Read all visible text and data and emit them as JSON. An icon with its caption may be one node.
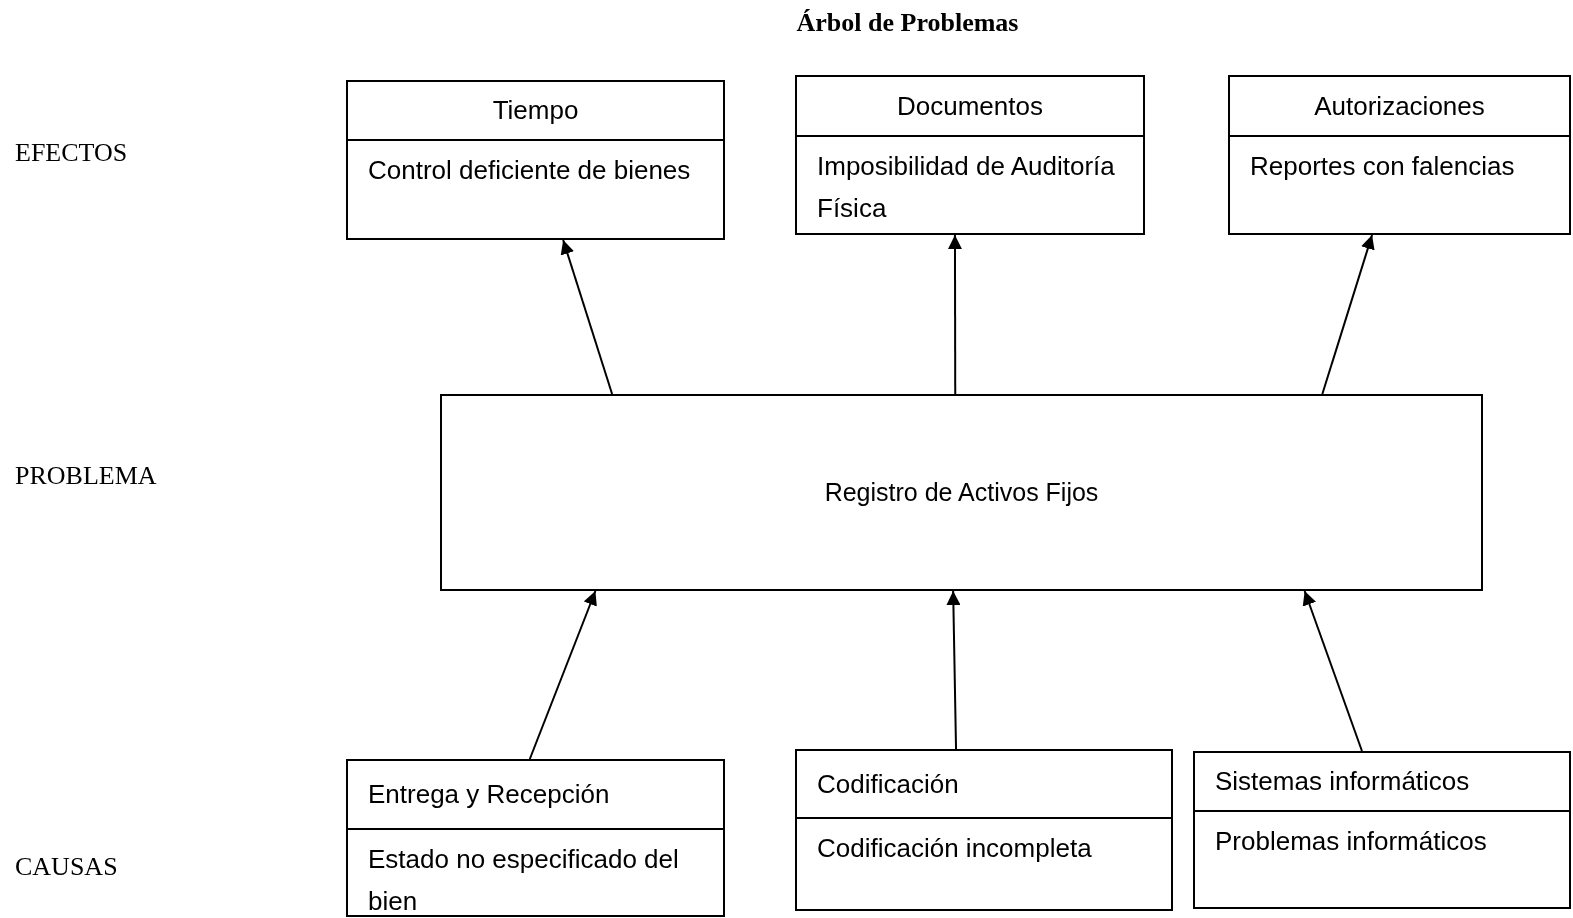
{
  "diagram": {
    "title": "Árbol de Problemas",
    "nodes": [
      {
        "text": [
          "Tiempo",
          "Control deficiente de bienes"
        ]
      },
      {
        "text": [
          "Documentos",
          "Imposibilidad de Auditoría Física"
        ]
      },
      {
        "text": [
          "Autorizaciones",
          "Reportes con falencias"
        ]
      },
      {
        "text": [
          "Registro de Activos Fijos"
        ]
      },
      {
        "text": [
          "Entrega y Recepción",
          "Estado no especificado del bien"
        ]
      },
      {
        "text": [
          "Codificación",
          "Codificación incompleta"
        ]
      },
      {
        "text": [
          "Sistemas informáticos",
          "Problemas informáticos"
        ]
      }
    ],
    "edges": [
      {
        "from": 3,
        "to": 0,
        "arrow": "to"
      },
      {
        "from": 3,
        "to": 1,
        "arrow": "to"
      },
      {
        "from": 3,
        "to": 2,
        "arrow": "to"
      },
      {
        "from": 4,
        "to": 3,
        "arrow": "to"
      },
      {
        "from": 5,
        "to": 3,
        "arrow": "to"
      },
      {
        "from": 6,
        "to": 3,
        "arrow": "to"
      }
    ],
    "labels": [
      "EFECTOS",
      "PROBLEMA",
      "CAUSAS"
    ]
  }
}
